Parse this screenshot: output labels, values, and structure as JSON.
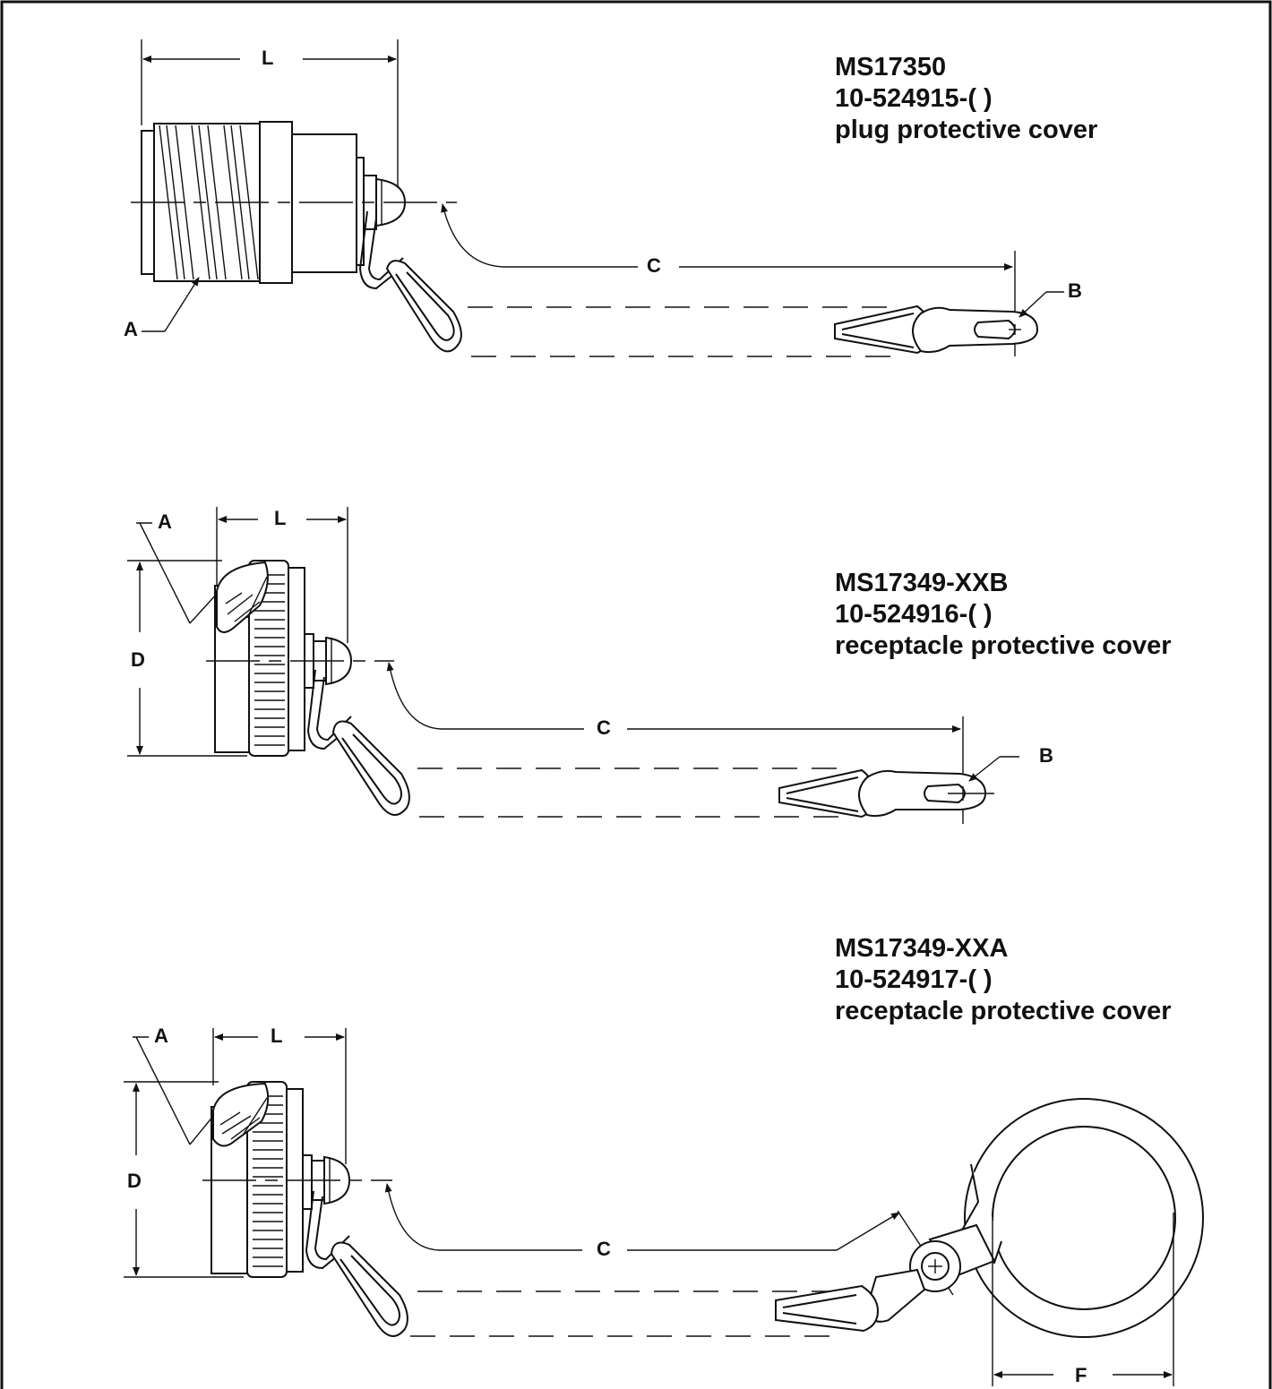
{
  "figures": [
    {
      "part_number": "MS17350",
      "drawing_number": "10-524915-( )",
      "description": "plug protective cover",
      "labels": {
        "length": "L",
        "thread": "A",
        "chain": "C",
        "hole": "B"
      }
    },
    {
      "part_number": "MS17349-XXB",
      "drawing_number": "10-524916-( )",
      "description": "receptacle protective cover",
      "labels": {
        "thread": "A",
        "length": "L",
        "diameter": "D",
        "chain": "C",
        "hole": "B"
      }
    },
    {
      "part_number": "MS17349-XXA",
      "drawing_number": "10-524917-( )",
      "description": "receptacle protective cover",
      "labels": {
        "thread": "A",
        "length": "L",
        "diameter": "D",
        "chain": "C",
        "ring": "F"
      }
    }
  ],
  "colors": {
    "line": "#111111",
    "background": "#ffffff"
  }
}
